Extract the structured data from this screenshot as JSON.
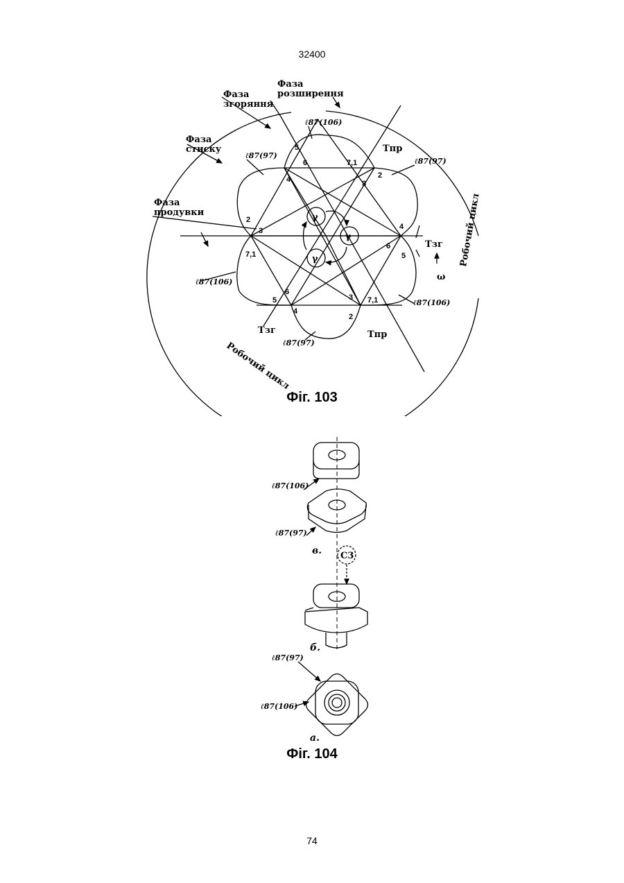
{
  "page": {
    "patent_number": "32400",
    "page_number": "74"
  },
  "fig103": {
    "caption": "Фіг. 103",
    "phase_expansion": [
      "Фаза",
      "розширення"
    ],
    "phase_combustion": [
      "Фаза",
      "згоряння"
    ],
    "phase_compression": [
      "Фаза",
      "стиску"
    ],
    "phase_purge": [
      "Фаза",
      "продувки"
    ],
    "work_cycle": "Робочий цикл",
    "omega": "ω",
    "gamma": "γ",
    "t_pr": "Tпр",
    "t_zg": "Tзг",
    "label_l106": "ℓ87(106)",
    "label_l97": "ℓ87(97)",
    "points": {
      "p1": "7,1",
      "p2": "2",
      "p3": "3",
      "p4": "4",
      "p5": "5",
      "p6": "6"
    }
  },
  "fig104": {
    "caption": "Фіг. 104",
    "label_l106": "ℓ87(106)",
    "label_l97": "ℓ87(97)",
    "view_v": "в.",
    "view_b": "б.",
    "view_a": "а.",
    "c3": "С3"
  }
}
